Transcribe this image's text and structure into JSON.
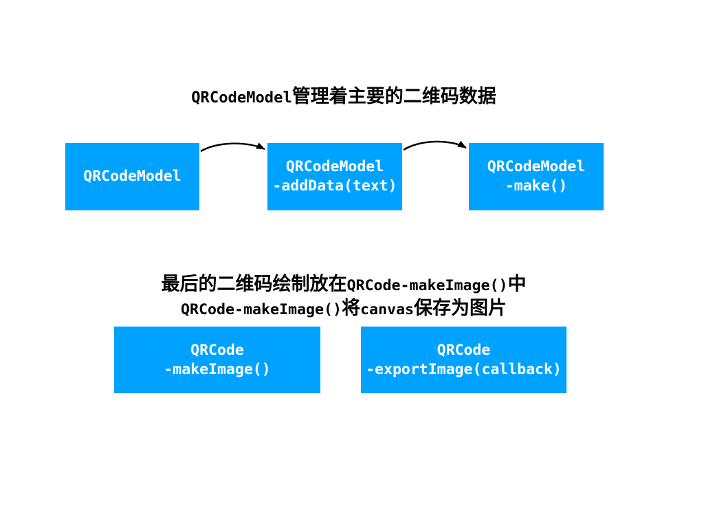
{
  "colors": {
    "background": "#FFFFFF",
    "box_fill": "#00A2FF",
    "box_text": "#FFFFFF",
    "text": "#000000",
    "arrow": "#000000"
  },
  "title": {
    "parts": [
      {
        "text": "QRCodeModel",
        "style": "mono"
      },
      {
        "text": "管理着主要的二维码数据",
        "style": "cjk"
      }
    ]
  },
  "flow_row": {
    "boxes": [
      {
        "lines": [
          "QRCodeModel"
        ]
      },
      {
        "lines": [
          "QRCodeModel",
          "-addData(text)"
        ]
      },
      {
        "lines": [
          "QRCodeModel",
          "-make()"
        ]
      }
    ],
    "arrows": [
      {
        "from": "QRCodeModel",
        "to": "QRCodeModel -addData(text)"
      },
      {
        "from": "QRCodeModel -addData(text)",
        "to": "QRCodeModel -make()"
      }
    ]
  },
  "caption": {
    "line1": {
      "parts": [
        {
          "text": "最后的二维码绘制放在",
          "style": "cjk"
        },
        {
          "text": "QRCode-makeImage()",
          "style": "mono"
        },
        {
          "text": "中",
          "style": "cjk"
        }
      ]
    },
    "line2": {
      "parts": [
        {
          "text": "QRCode-makeImage()",
          "style": "mono"
        },
        {
          "text": "将",
          "style": "cjk"
        },
        {
          "text": "canvas",
          "style": "mono"
        },
        {
          "text": "保存为图片",
          "style": "cjk"
        }
      ]
    }
  },
  "bottom_row": {
    "boxes": [
      {
        "lines": [
          "QRCode",
          "-makeImage()"
        ]
      },
      {
        "lines": [
          "QRCode",
          "-exportImage(callback)"
        ]
      }
    ]
  }
}
